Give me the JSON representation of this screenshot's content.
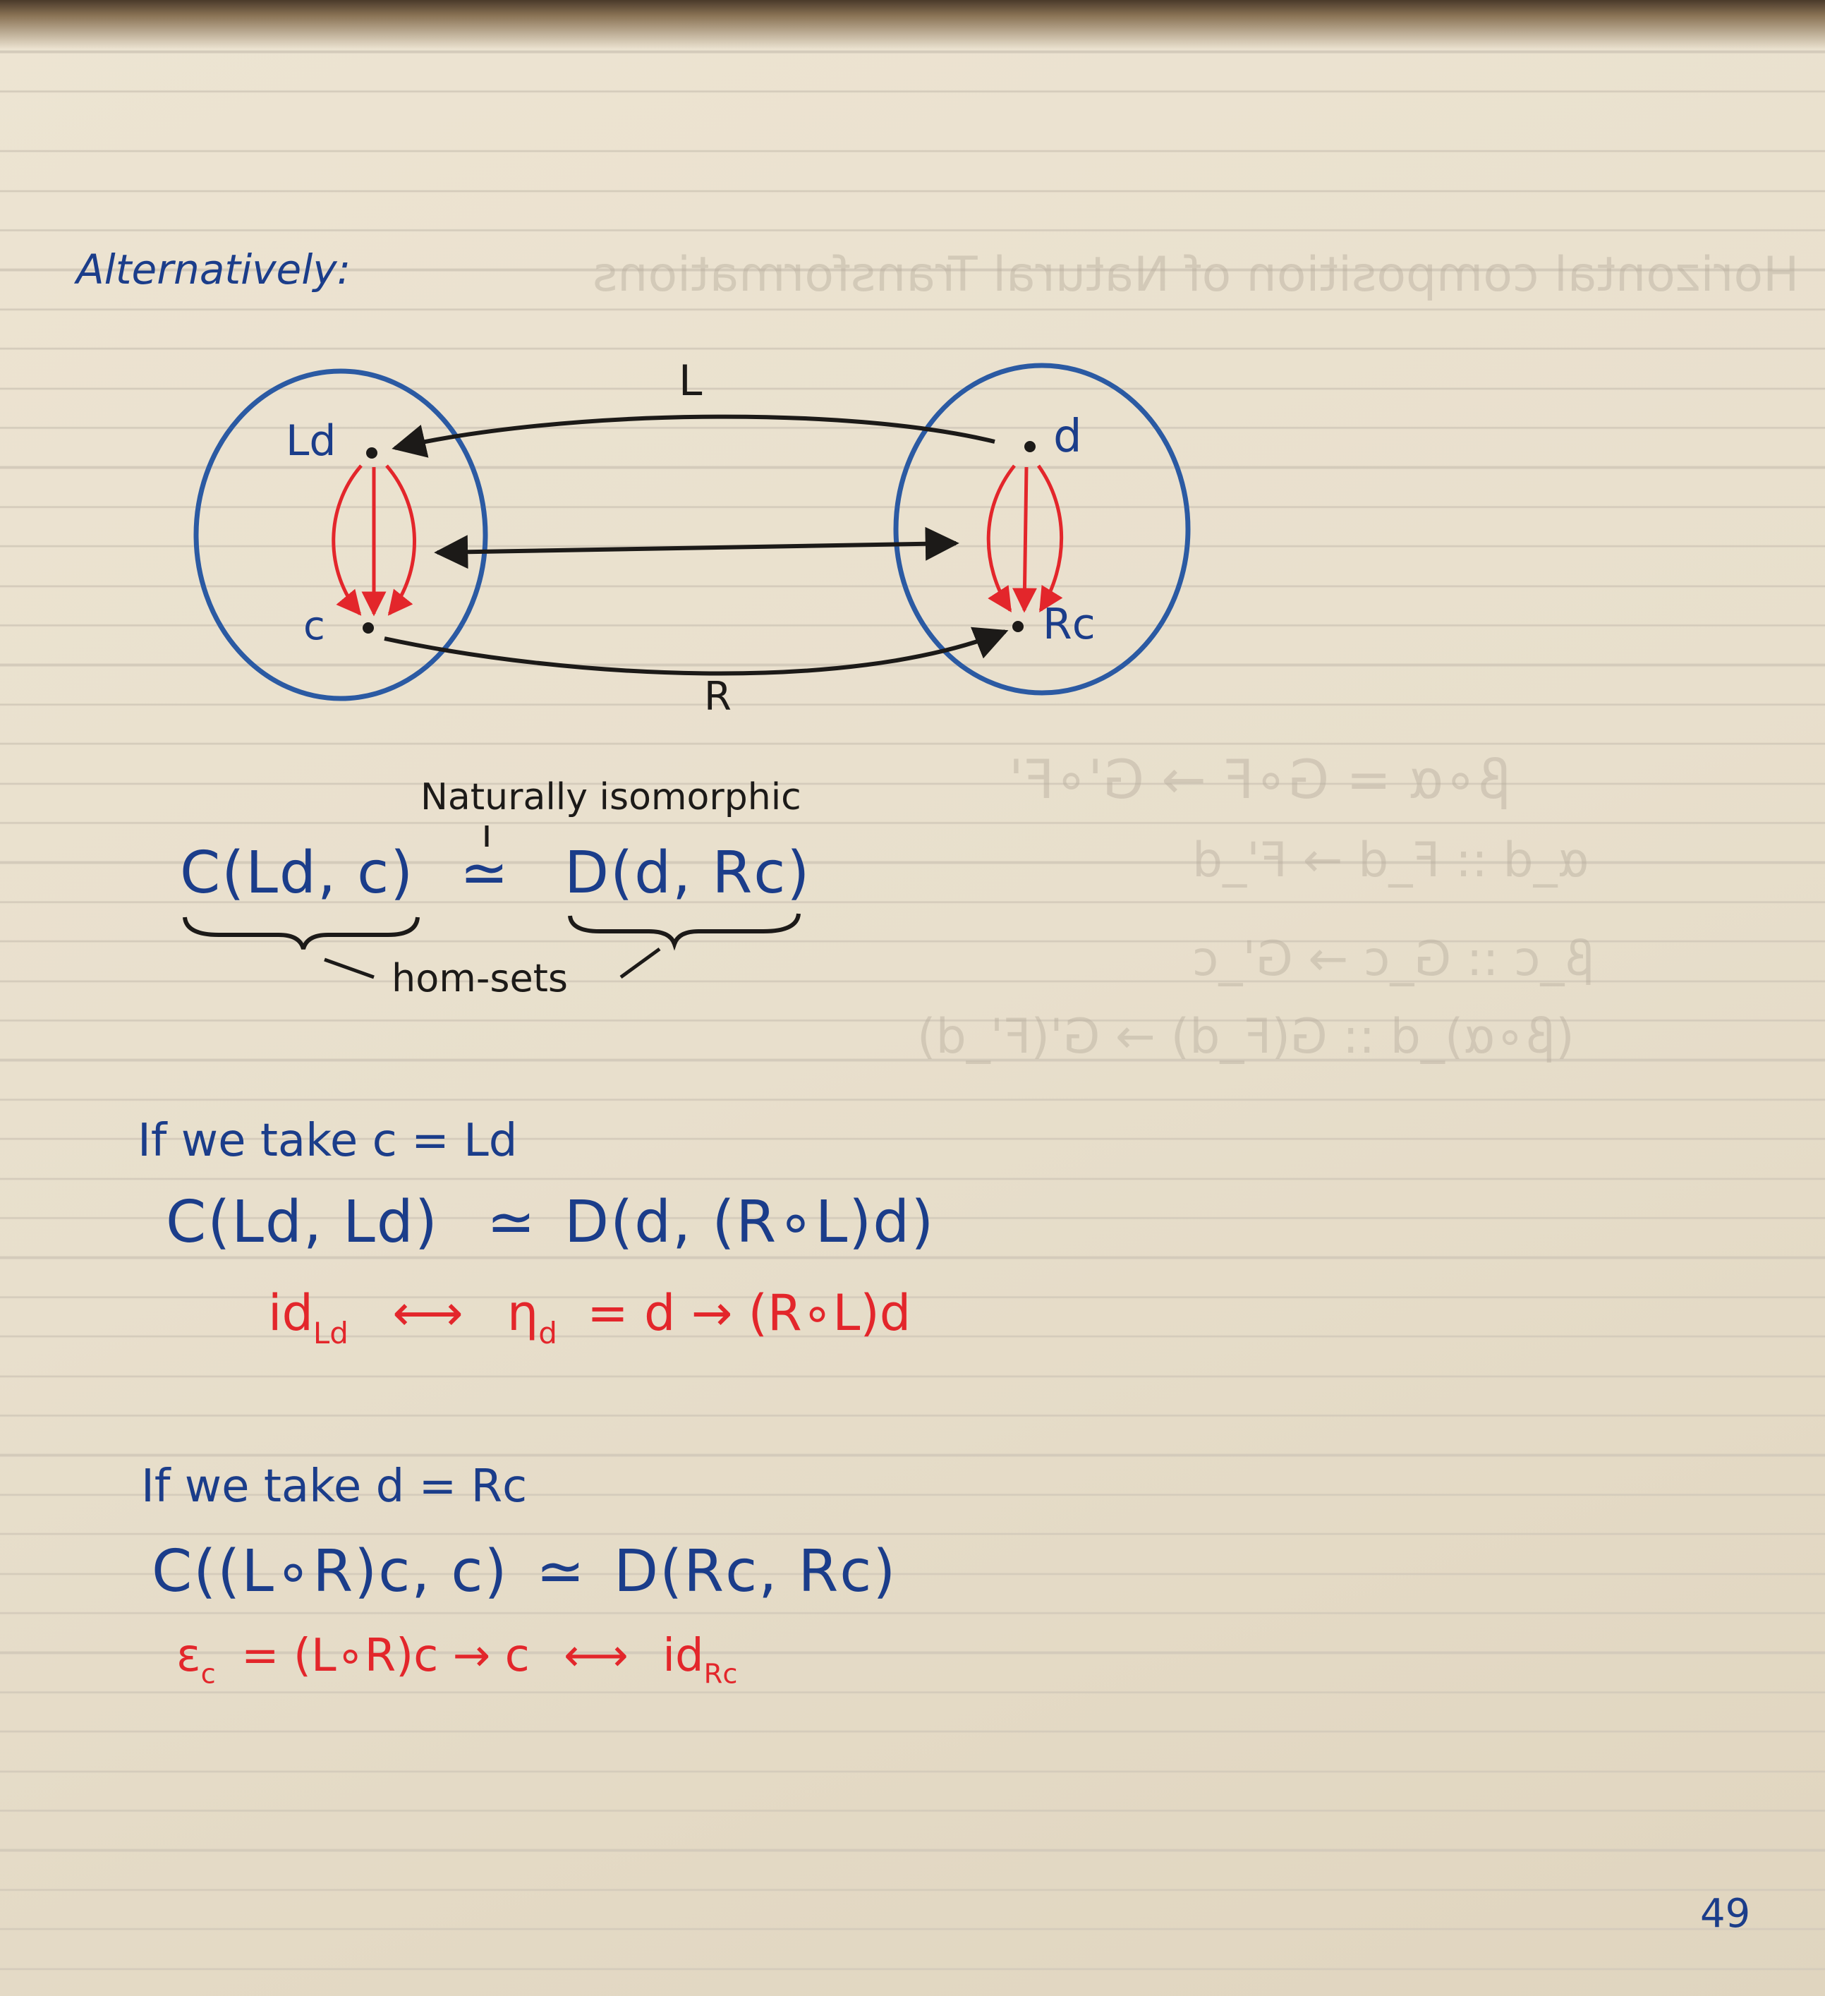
{
  "heading": "Alternatively:",
  "diagram": {
    "label_top": "L",
    "label_bottom": "R",
    "left_top_object": "Ld",
    "left_bottom_object": "c",
    "right_top_object": "d",
    "right_bottom_object": "Rc",
    "colors": {
      "circle": "#2b5aa3",
      "arrow": "#1c1a18",
      "homotopy": "#e3262b"
    }
  },
  "annotation_top": "Naturally isomorphic",
  "iso1": {
    "lhs": "C(Ld, c)",
    "rel": "≃",
    "rhs": "D(d, Rc)"
  },
  "annotation_bottom": "hom-sets",
  "case1": {
    "title": "If we take  c = Ld",
    "lhs": "C(Ld, Ld)",
    "rel": "≃",
    "rhs": "D(d, (R∘L)d)",
    "id": "id",
    "id_sub": "Ld",
    "arrow": "⟷",
    "eta": "η",
    "eta_sub": "d",
    "eta_rest": "= d → (R∘L)d"
  },
  "case2": {
    "title": "If we take  d = Rc",
    "lhs": "C((L∘R)c, c)",
    "rel": "≃",
    "rhs": "D(Rc, Rc)",
    "eps": "ε",
    "eps_sub": "c",
    "eps_rest": "= (L∘R)c → c",
    "arrow": "⟷",
    "id": "id",
    "id_sub": "Rc"
  },
  "page_number": "49",
  "bleed_through": {
    "title": "Horizontal composition of Natural Transformations",
    "line1": "β∘α = G∘F → G'∘F'",
    "line2": "α_d :: F_d → F'_d",
    "line3": "β_c :: G_c → G'_c",
    "line4": "(β∘α)_d :: G(F_d) → G'(F'_d)"
  }
}
